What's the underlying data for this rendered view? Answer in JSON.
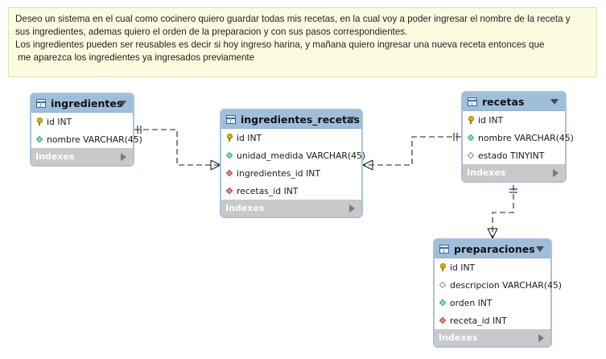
{
  "note": {
    "lines": [
      "Deseo un sistema en el cual como cocinero quiero guardar todas mis recetas, en la cual voy a poder ingresar el nombre de la receta y",
      "sus ingredientes, ademas quiero el orden de la preparacion y con sus pasos correspondientes.",
      "Los ingredientes pueden ser reusables es decir si hoy ingreso harina, y mañana quiero ingresar una nueva receta entonces que",
      " me aparezca los ingredientes ya ingresados previamente"
    ]
  },
  "tables": {
    "ingredientes": {
      "title": "ingredientes",
      "indexes_label": "Indexes",
      "columns": [
        {
          "label": "id INT",
          "icon": "primary-key"
        },
        {
          "label": "nombre VARCHAR(45)",
          "icon": "column-not-null"
        }
      ]
    },
    "ingredientes_recetas": {
      "title": "ingredientes_recetas",
      "indexes_label": "Indexes",
      "columns": [
        {
          "label": "id INT",
          "icon": "primary-key"
        },
        {
          "label": "unidad_medida VARCHAR(45)",
          "icon": "column-not-null"
        },
        {
          "label": "ingredientes_id INT",
          "icon": "foreign-key"
        },
        {
          "label": "recetas_id INT",
          "icon": "foreign-key"
        }
      ]
    },
    "recetas": {
      "title": "recetas",
      "indexes_label": "Indexes",
      "columns": [
        {
          "label": "id INT",
          "icon": "primary-key"
        },
        {
          "label": "nombre VARCHAR(45)",
          "icon": "column-not-null"
        },
        {
          "label": "estado TINYINT",
          "icon": "column-nullable"
        }
      ]
    },
    "preparaciones": {
      "title": "preparaciones",
      "indexes_label": "Indexes",
      "columns": [
        {
          "label": "id INT",
          "icon": "primary-key"
        },
        {
          "label": "descripcion VARCHAR(45)",
          "icon": "column-nullable"
        },
        {
          "label": "orden INT",
          "icon": "column-not-null"
        },
        {
          "label": "receta_id INT",
          "icon": "foreign-key"
        }
      ]
    }
  },
  "relationships": [
    {
      "from": "ingredientes",
      "to": "ingredientes_recetas",
      "kind": "one-to-many"
    },
    {
      "from": "recetas",
      "to": "ingredientes_recetas",
      "kind": "one-to-many"
    },
    {
      "from": "recetas",
      "to": "preparaciones",
      "kind": "one-to-many"
    }
  ],
  "colors": {
    "header": "#9ebfdc",
    "indexes_bar": "#c9c9c9",
    "note_bg": "#fdfbe0"
  }
}
